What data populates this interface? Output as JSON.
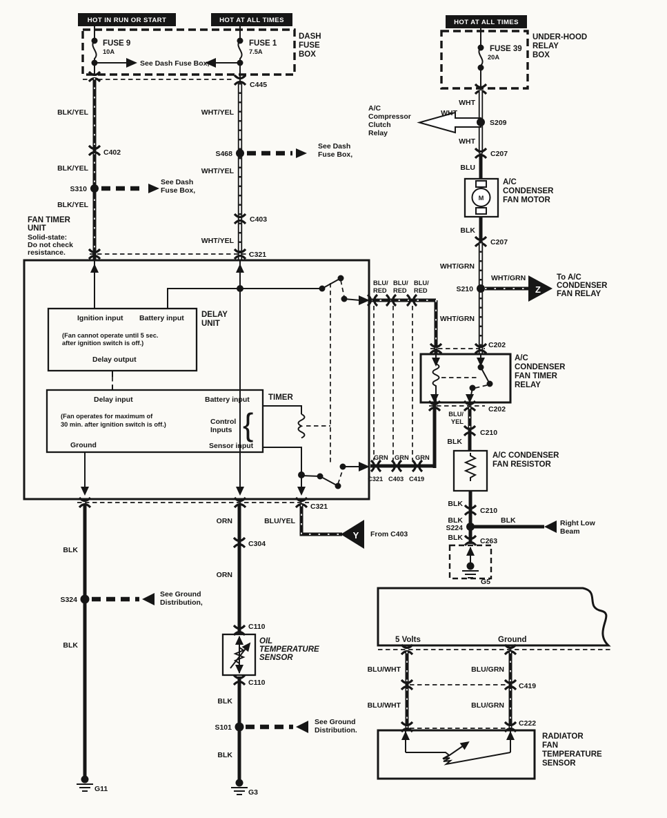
{
  "headers": {
    "left": "HOT IN RUN OR START",
    "mid": "HOT AT ALL TIMES",
    "right": "HOT AT ALL TIMES"
  },
  "dash_fuse_box": {
    "l1": "DASH",
    "l2": "FUSE",
    "l3": "BOX"
  },
  "under_hood_box": {
    "l1": "UNDER-HOOD",
    "l2": "RELAY",
    "l3": "BOX"
  },
  "fuses": {
    "f9": "FUSE 9",
    "f9a": "10A",
    "f1": "FUSE 1",
    "f1a": "7.5A",
    "f39": "FUSE 39",
    "f39a": "20A"
  },
  "conn": {
    "c445": "C445",
    "c402": "C402",
    "c403": "C403",
    "c321": "C321",
    "c304": "C304",
    "c110": "C110",
    "c207": "C207",
    "c202": "C202",
    "c210": "C210",
    "c263": "C263",
    "c419": "C419",
    "c222": "C222"
  },
  "splice": {
    "s310": "S310",
    "s468": "S468",
    "s209": "S209",
    "s210": "S210",
    "s224": "S224",
    "s324": "S324",
    "s101": "S101"
  },
  "wire": {
    "blk_yel": "BLK/YEL",
    "wht_yel": "WHT/YEL",
    "wht": "WHT",
    "blu": "BLU",
    "blk": "BLK",
    "wht_grn": "WHT/GRN",
    "orn": "ORN",
    "grn": "GRN",
    "blu_a": "BLU/",
    "red_b": "RED",
    "yel_b": "YEL",
    "blu_yel": "BLU/YEL",
    "blu_wht": "BLU/WHT",
    "blu_grn": "BLU/GRN"
  },
  "notes": {
    "see_dash_inline": "See Dash Fuse Box,",
    "see_dash_1": "See Dash",
    "see_dash_2": "Fuse Box,",
    "see_gnd_1": "See Ground",
    "see_gnd_2a": "Distribution,",
    "see_gnd_2b": "Distribution."
  },
  "fan_timer_unit": {
    "l1": "FAN TIMER",
    "l2": "UNIT",
    "l3": "Solid-state:",
    "l4": "Do not check",
    "l5": "resistance."
  },
  "delay_unit": {
    "title1": "DELAY",
    "title2": "UNIT",
    "ignition": "Ignition input",
    "battery": "Battery input",
    "note1": "(Fan cannot operate until 5 sec.",
    "note2": "after ignition switch is off.)",
    "output": "Delay output"
  },
  "timer": {
    "title": "TIMER",
    "delay": "Delay input",
    "battery": "Battery input",
    "note1": "(Fan operates for maximum of",
    "note2": "30 min. after ignition switch is off.)",
    "control1": "Control",
    "control2": "Inputs",
    "ground": "Ground",
    "sensor": "Sensor input",
    "brace": "{"
  },
  "relay": {
    "l1": "A/C",
    "l2": "CONDENSER",
    "l3": "FAN TIMER",
    "l4": "RELAY"
  },
  "motor": {
    "l1": "A/C",
    "l2": "CONDENSER",
    "l3": "FAN MOTOR",
    "m": "M"
  },
  "resistor": {
    "l1": "A/C CONDENSER",
    "l2": "FAN RESISTOR"
  },
  "comp_relay": {
    "l1": "A/C",
    "l2": "Compressor",
    "l3": "Clutch",
    "l4": "Relay"
  },
  "to_ac": {
    "l1": "To A/C",
    "l2": "CONDENSER",
    "l3": "FAN RELAY",
    "letter": "Z"
  },
  "from_c403": {
    "text": "From C403",
    "letter": "Y"
  },
  "beam": {
    "l1": "Right Low",
    "l2": "Beam"
  },
  "oil_sensor": {
    "l1": "OIL",
    "l2": "TEMPERATURE",
    "l3": "SENSOR"
  },
  "rad_sensor": {
    "l1": "RADIATOR",
    "l2": "FAN",
    "l3": "TEMPERATURE",
    "l4": "SENSOR"
  },
  "ecm": {
    "v5": "5 Volts",
    "gnd": "Ground"
  },
  "grounds": {
    "g5": "G5",
    "g11": "G11",
    "g3": "G3"
  }
}
